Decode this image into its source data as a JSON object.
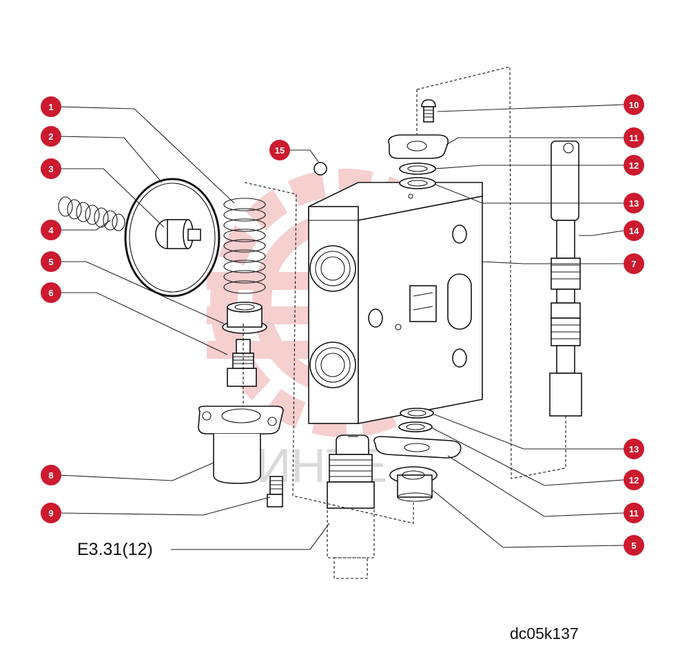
{
  "callouts": [
    {
      "label": "1"
    },
    {
      "label": "2"
    },
    {
      "label": "3"
    },
    {
      "label": "4"
    },
    {
      "label": "5"
    },
    {
      "label": "6"
    },
    {
      "label": "8"
    },
    {
      "label": "9"
    },
    {
      "label": "15"
    },
    {
      "label": "10"
    },
    {
      "label": "11"
    },
    {
      "label": "12"
    },
    {
      "label": "13"
    },
    {
      "label": "14"
    },
    {
      "label": "7"
    },
    {
      "label": "13"
    },
    {
      "label": "12"
    },
    {
      "label": "11"
    },
    {
      "label": "5"
    }
  ],
  "reference_label": "E3.31(12)",
  "drawing_code": "dc05k137",
  "watermark_text": "ИНТЕ",
  "colors": {
    "badge": "#cc1a2e",
    "watermark": "#f3b5b5",
    "line": "#111111"
  }
}
